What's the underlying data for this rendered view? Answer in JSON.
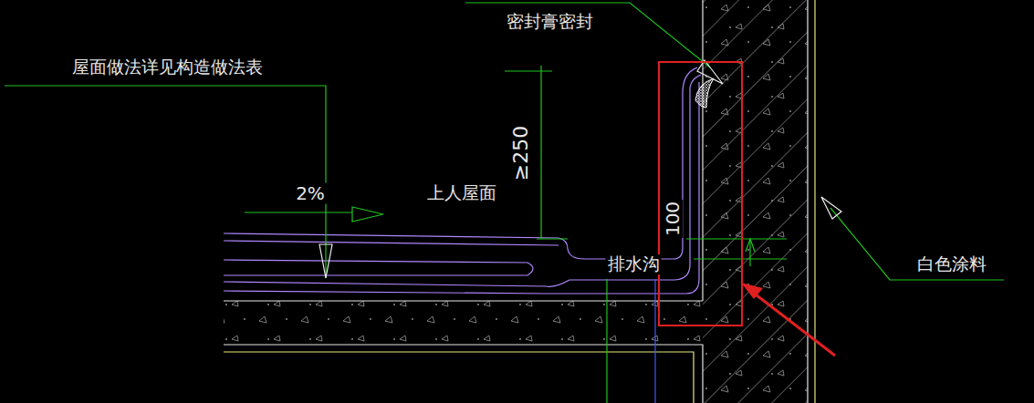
{
  "diagram": {
    "labels": [
      "屋面做法详见构造做法表",
      "2%",
      "上人屋面",
      "≥250",
      "100",
      "排水沟",
      "密封膏密封",
      "白色涂料"
    ]
  }
}
